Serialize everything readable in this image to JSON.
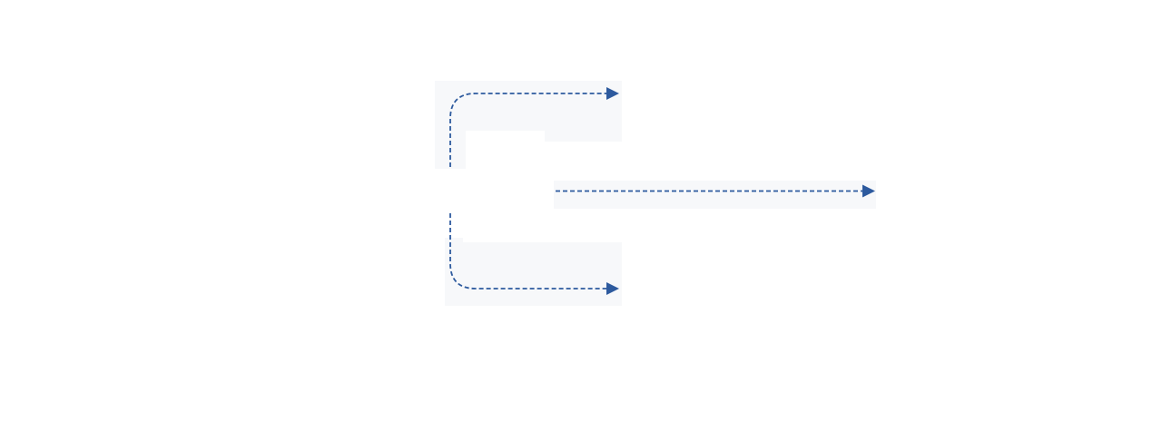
{
  "diagram": {
    "colors": {
      "background": "#ffffff",
      "panel": "#f7f8fa",
      "connector": "#2d5a9e"
    },
    "connectors": [
      {
        "id": "connector-top",
        "style": "dashed",
        "arrowhead": "triangle"
      },
      {
        "id": "connector-middle",
        "style": "dashed",
        "arrowhead": "triangle"
      },
      {
        "id": "connector-bottom",
        "style": "dashed",
        "arrowhead": "triangle"
      }
    ]
  }
}
